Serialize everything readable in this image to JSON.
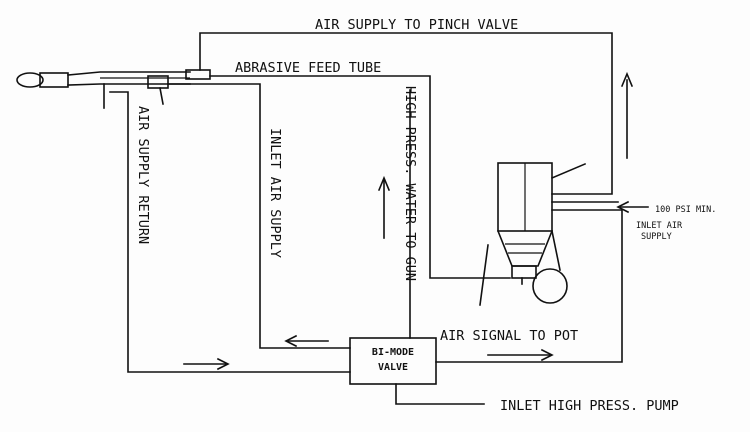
{
  "labels": {
    "air_supply_pinch": "AIR SUPPLY TO PINCH VALVE",
    "abrasive_feed": "ABRASIVE FEED TUBE",
    "high_press_water": "HIGH PRESS. WATER TO GUN",
    "inlet_air_supply": "INLET AIR SUPPLY",
    "air_supply_return": "AIR SUPPLY RETURN",
    "air_signal": "AIR SIGNAL TO POT",
    "inlet_high_press": "INLET HIGH PRESS. PUMP",
    "psi_min": "100 PSI MIN.",
    "inlet_air": "INLET AIR",
    "supply": "SUPPLY",
    "bimode_line1": "BI-MODE",
    "bimode_line2": "VALVE"
  }
}
